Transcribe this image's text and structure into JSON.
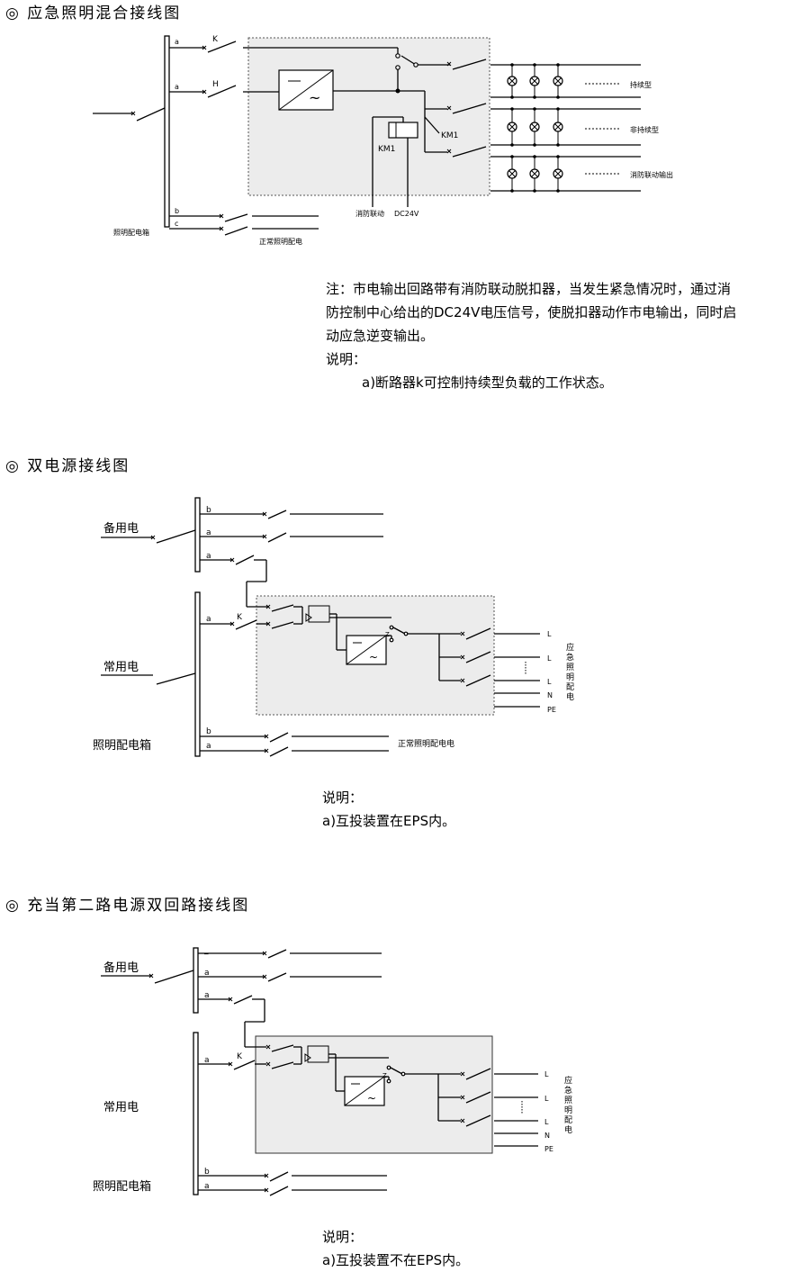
{
  "sections": [
    {
      "title": "◎ 应急照明混合接线图"
    },
    {
      "title": "◎ 双电源接线图"
    },
    {
      "title": "◎ 充当第二路电源双回路接线图"
    }
  ],
  "d1": {
    "bus_taps": [
      "a",
      "a",
      "b",
      "c"
    ],
    "switch_k": "K",
    "switch_h": "H",
    "relay": "KM1",
    "contact": "KM1",
    "fire_link": "消防联动",
    "dc": "DC24V",
    "box_label": "照明配电箱",
    "normal": "正常照明配电",
    "loads": [
      "持续型",
      "非持续型",
      "消防联动输出"
    ]
  },
  "note1": {
    "lines": [
      "注：市电输出回路带有消防联动脱扣器，当发生紧急情况时，通过消",
      "防控制中心给出的DC24V电压信号，使脱扣器动作市电输出，同时启",
      "动应急逆变输出。",
      "说明：",
      "a)断路器k可控制持续型负载的工作状态。"
    ]
  },
  "d2": {
    "backup": "备用电",
    "main": "常用电",
    "box_label": "照明配电箱",
    "bus_top_taps": [
      "b",
      "a",
      "a"
    ],
    "bus_bot_taps": [
      "a",
      "b",
      "a"
    ],
    "k": "K",
    "z": "Z",
    "outs": [
      "L",
      "L",
      "L",
      "N",
      "PE"
    ],
    "side": "应急照明配电",
    "normal": "正常照明配电电"
  },
  "note2": {
    "lines": [
      "说明：",
      "a)互投装置在EPS内。"
    ]
  },
  "d3": {
    "backup": "备用电",
    "main": "常用电",
    "box_label": "照明配电箱",
    "bus_top_taps": [
      "_",
      "a",
      "a"
    ],
    "bus_bot_taps": [
      "a",
      "b",
      "a"
    ],
    "k": "K",
    "z": "Z",
    "outs": [
      "L",
      "L",
      "L",
      "N",
      "PE"
    ],
    "side": "应急照明配电"
  },
  "note3": {
    "lines": [
      "说明：",
      "a)互投装置不在EPS内。"
    ]
  }
}
